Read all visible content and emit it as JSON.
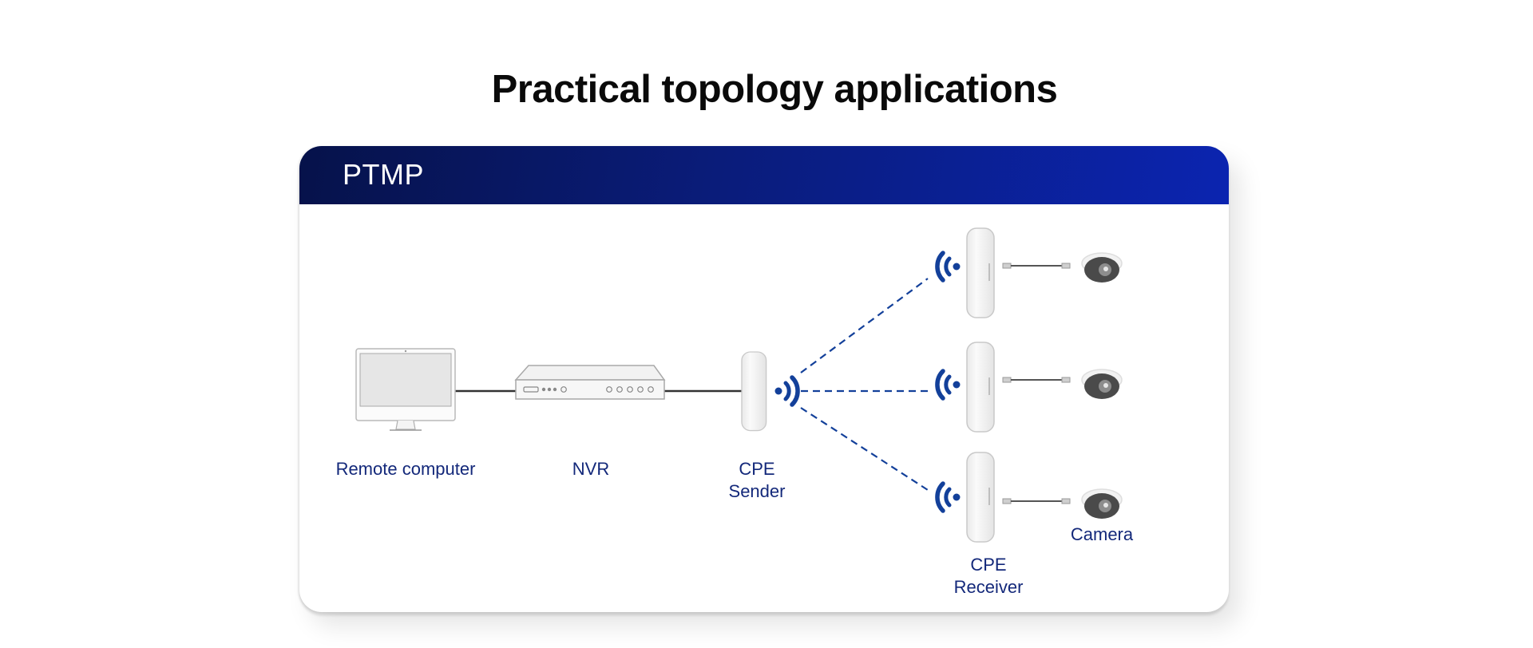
{
  "page": {
    "title": "Practical topology applications"
  },
  "card": {
    "header_title": "PTMP",
    "accent_color": "#0b24b0",
    "label_color": "#13287a"
  },
  "nodes": {
    "remote_computer": {
      "label": "Remote computer",
      "icon": "monitor-icon"
    },
    "nvr": {
      "label": "NVR",
      "icon": "nvr-icon"
    },
    "cpe_sender": {
      "label_line1": "CPE",
      "label_line2": "Sender",
      "icon": "cpe-device-icon"
    },
    "cpe_receivers": [
      {
        "icon": "cpe-device-icon"
      },
      {
        "icon": "cpe-device-icon"
      },
      {
        "icon": "cpe-device-icon"
      }
    ],
    "cpe_receiver_label": {
      "line1": "CPE",
      "line2": "Receiver"
    },
    "cameras": [
      {
        "icon": "dome-camera-icon"
      },
      {
        "icon": "dome-camera-icon"
      },
      {
        "icon": "dome-camera-icon"
      }
    ],
    "camera_label": "Camera"
  },
  "links": [
    {
      "from": "remote_computer",
      "to": "nvr",
      "type": "wired"
    },
    {
      "from": "nvr",
      "to": "cpe_sender",
      "type": "wired"
    },
    {
      "from": "cpe_sender",
      "to": "cpe_receiver_1",
      "type": "wireless"
    },
    {
      "from": "cpe_sender",
      "to": "cpe_receiver_2",
      "type": "wireless"
    },
    {
      "from": "cpe_sender",
      "to": "cpe_receiver_3",
      "type": "wireless"
    },
    {
      "from": "cpe_receiver_1",
      "to": "camera_1",
      "type": "ethernet"
    },
    {
      "from": "cpe_receiver_2",
      "to": "camera_2",
      "type": "ethernet"
    },
    {
      "from": "cpe_receiver_3",
      "to": "camera_3",
      "type": "ethernet"
    }
  ]
}
